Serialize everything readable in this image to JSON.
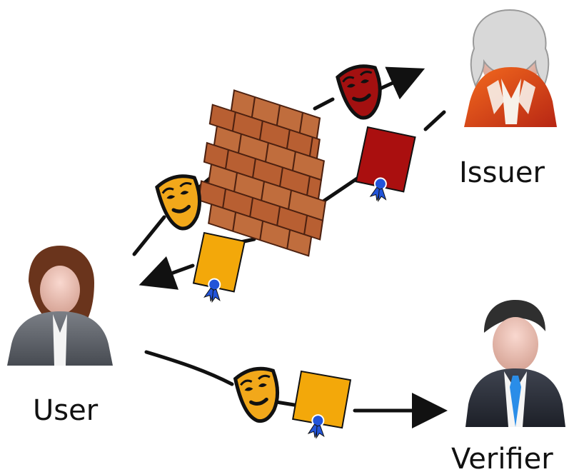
{
  "labels": {
    "issuer": "Issuer",
    "user": "User",
    "verifier": "Verifier"
  },
  "colors": {
    "brick": "#b35a2e",
    "brick_dark": "#7a3416",
    "mask_orange": "#f2a81a",
    "mask_red": "#a31010",
    "credential_orange": "#f3a80a",
    "credential_red": "#aa0f0f",
    "seal_blue": "#2254d9",
    "arrow": "#111111"
  }
}
